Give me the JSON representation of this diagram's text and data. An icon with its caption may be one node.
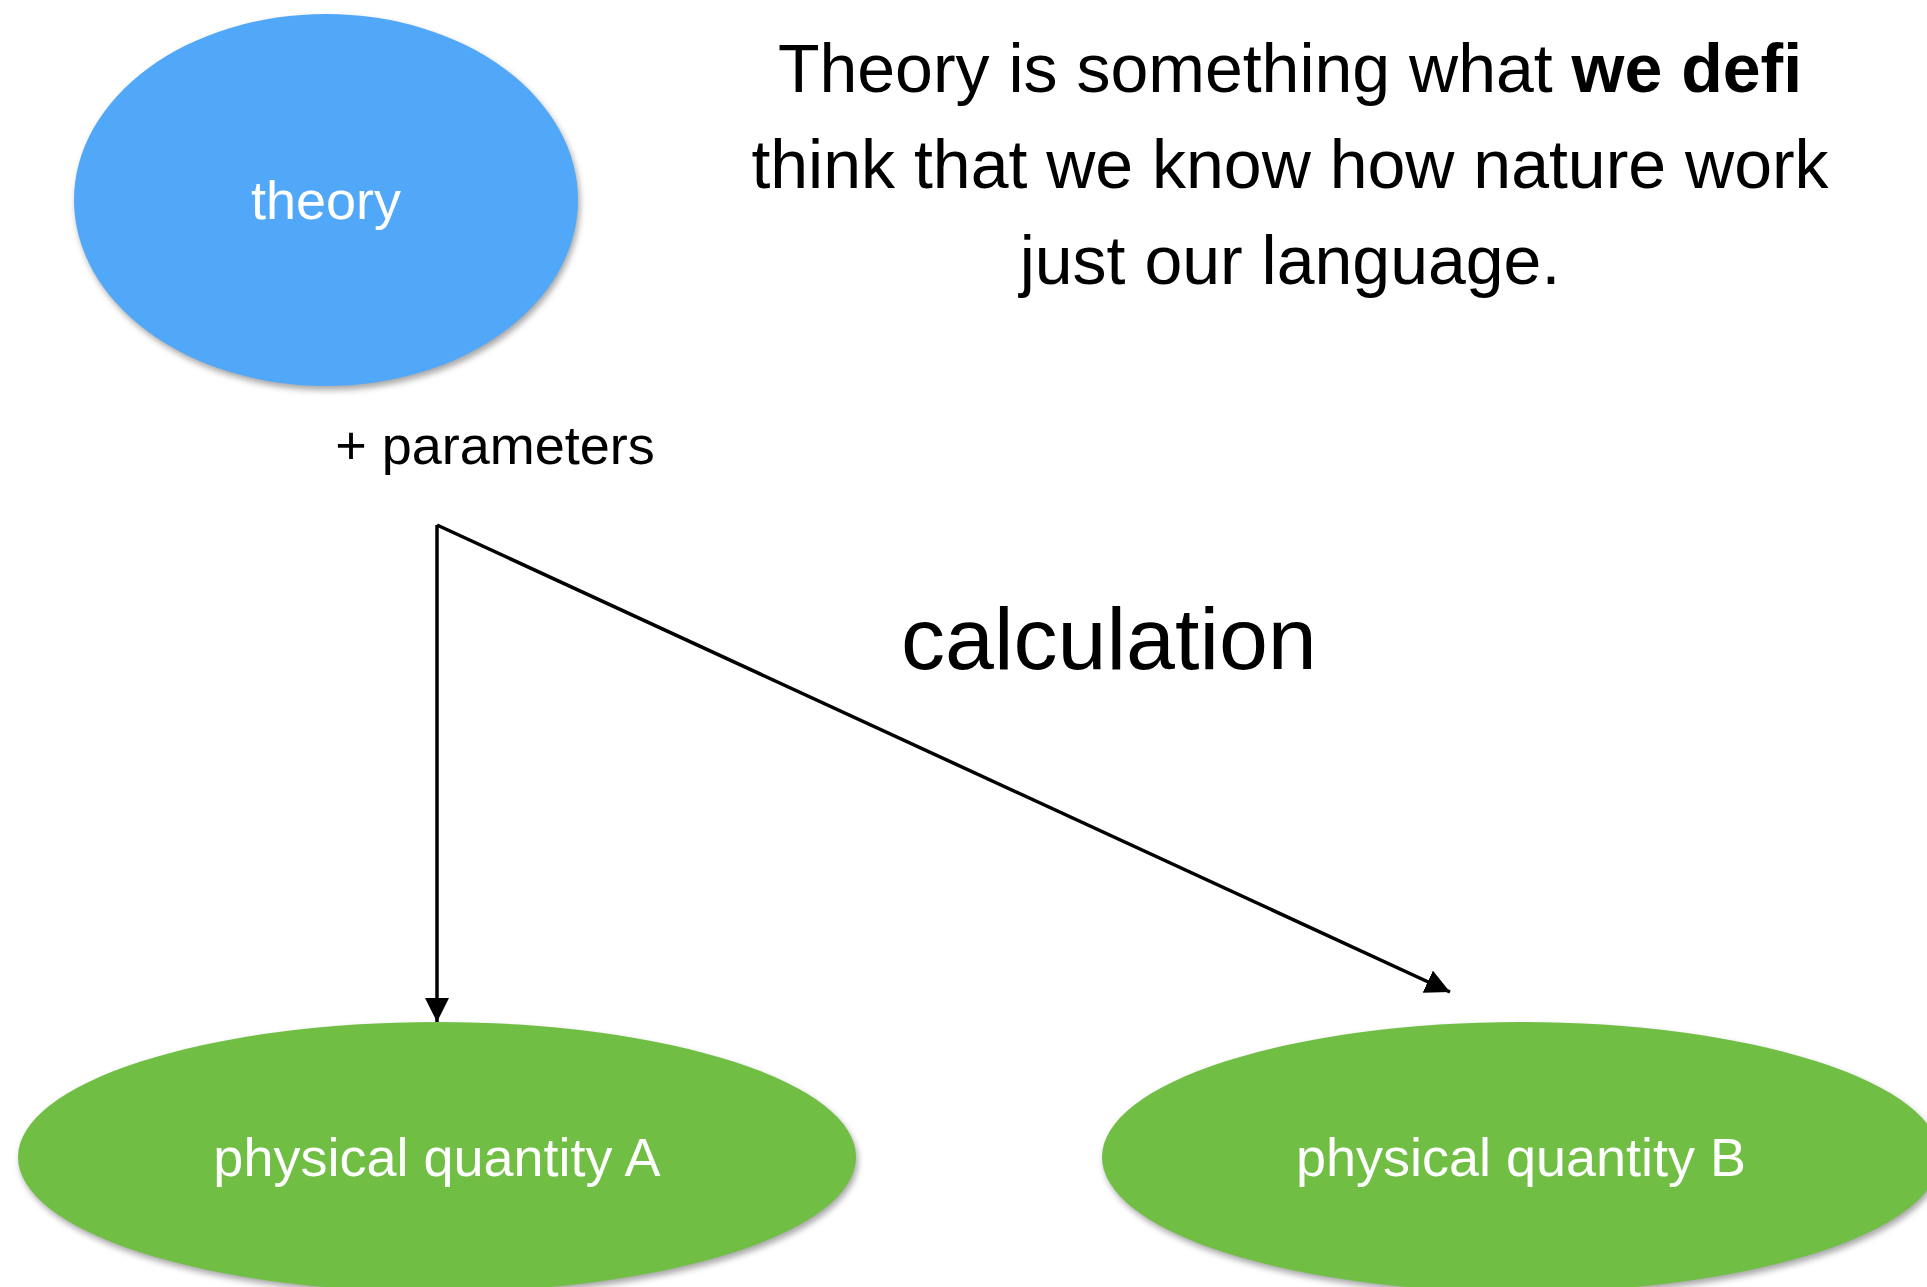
{
  "diagram": {
    "nodes": [
      {
        "text": [
          "theory"
        ]
      },
      {
        "text": [
          "+ parameters"
        ]
      },
      {
        "text": [
          "physical quantity A"
        ]
      },
      {
        "text": [
          "physical quantity B"
        ]
      }
    ],
    "edges": [
      {
        "from": 1,
        "to": 2,
        "arrow": "to"
      },
      {
        "from": 1,
        "to": 3,
        "arrow": "to",
        "label": "calculation"
      }
    ],
    "labels": [
      "Theory is something what **we defi**",
      "think that we know how nature work",
      "just our language."
    ]
  }
}
